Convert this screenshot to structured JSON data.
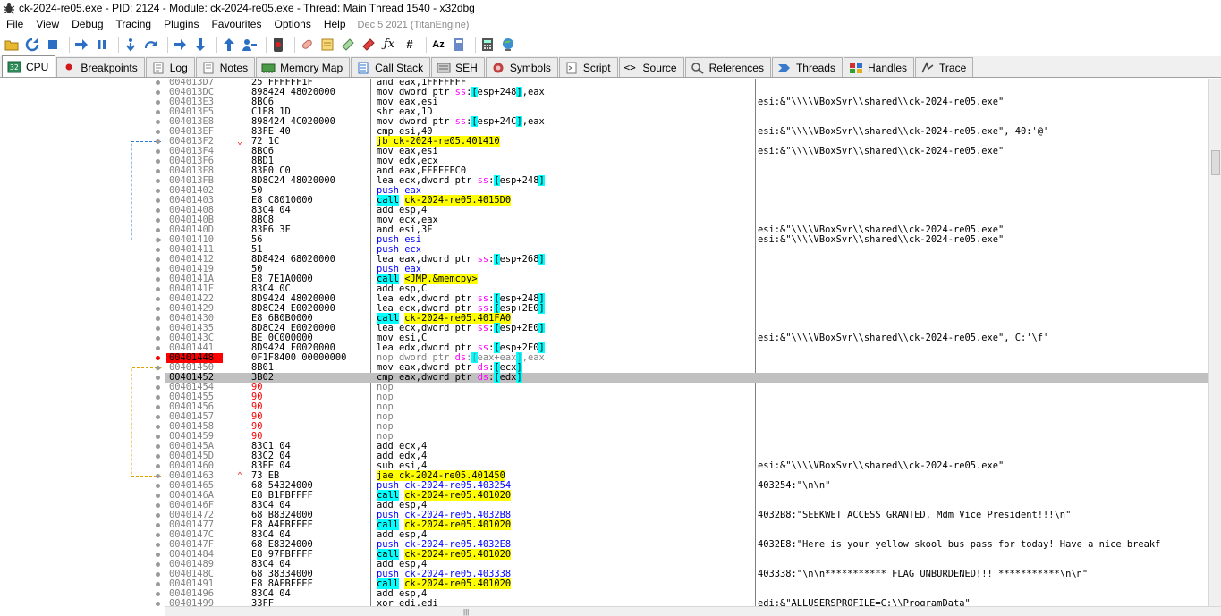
{
  "window": {
    "title": "ck-2024-re05.exe - PID: 2124 - Module: ck-2024-re05.exe - Thread: Main Thread 1540 - x32dbg"
  },
  "menu": {
    "items": [
      "File",
      "View",
      "Debug",
      "Tracing",
      "Plugins",
      "Favourites",
      "Options",
      "Help"
    ],
    "build_date": "Dec 5 2021 (TitanEngine)"
  },
  "tabs": [
    {
      "label": "CPU",
      "icon": "cpu-icon",
      "active": true
    },
    {
      "label": "Breakpoints",
      "icon": "breakpoint-dot-icon"
    },
    {
      "label": "Log",
      "icon": "log-icon"
    },
    {
      "label": "Notes",
      "icon": "notes-icon"
    },
    {
      "label": "Memory Map",
      "icon": "memory-map-icon"
    },
    {
      "label": "Call Stack",
      "icon": "call-stack-icon"
    },
    {
      "label": "SEH",
      "icon": "seh-icon"
    },
    {
      "label": "Symbols",
      "icon": "symbols-icon"
    },
    {
      "label": "Script",
      "icon": "script-icon"
    },
    {
      "label": "Source",
      "icon": "source-icon"
    },
    {
      "label": "References",
      "icon": "search-icon"
    },
    {
      "label": "Threads",
      "icon": "threads-icon"
    },
    {
      "label": "Handles",
      "icon": "handles-icon"
    },
    {
      "label": "Trace",
      "icon": "trace-icon"
    }
  ],
  "disassembly": {
    "rows": [
      {
        "addr": "004013D7",
        "bytes": "25 FFFFFF1F",
        "instr": "and eax,1FFFFFFF",
        "comment": ""
      },
      {
        "addr": "004013DC",
        "bytes": "898424 48020000",
        "instr": "mov dword ptr ss:[esp+248],eax",
        "comment": ""
      },
      {
        "addr": "004013E3",
        "bytes": "8BC6",
        "instr": "mov eax,esi",
        "comment": "esi:&\"\\\\\\\\VBoxSvr\\\\shared\\\\ck-2024-re05.exe\""
      },
      {
        "addr": "004013E5",
        "bytes": "C1E8 1D",
        "instr": "shr eax,1D",
        "comment": ""
      },
      {
        "addr": "004013E8",
        "bytes": "898424 4C020000",
        "instr": "mov dword ptr ss:[esp+24C],eax",
        "comment": ""
      },
      {
        "addr": "004013EF",
        "bytes": "83FE 40",
        "instr": "cmp esi,40",
        "comment": "esi:&\"\\\\\\\\VBoxSvr\\\\shared\\\\ck-2024-re05.exe\", 40:'@'"
      },
      {
        "addr": "004013F2",
        "bytes": "72 1C",
        "instr": "jb ck-2024-re05.401410",
        "comment": ""
      },
      {
        "addr": "004013F4",
        "bytes": "8BC6",
        "instr": "mov eax,esi",
        "comment": "esi:&\"\\\\\\\\VBoxSvr\\\\shared\\\\ck-2024-re05.exe\""
      },
      {
        "addr": "004013F6",
        "bytes": "8BD1",
        "instr": "mov edx,ecx",
        "comment": ""
      },
      {
        "addr": "004013F8",
        "bytes": "83E0 C0",
        "instr": "and eax,FFFFFFC0",
        "comment": ""
      },
      {
        "addr": "004013FB",
        "bytes": "8D8C24 48020000",
        "instr": "lea ecx,dword ptr ss:[esp+248]",
        "comment": ""
      },
      {
        "addr": "00401402",
        "bytes": "50",
        "instr": "push eax",
        "comment": ""
      },
      {
        "addr": "00401403",
        "bytes": "E8 C8010000",
        "instr": "call ck-2024-re05.4015D0",
        "comment": ""
      },
      {
        "addr": "00401408",
        "bytes": "83C4 04",
        "instr": "add esp,4",
        "comment": ""
      },
      {
        "addr": "0040140B",
        "bytes": "8BC8",
        "instr": "mov ecx,eax",
        "comment": ""
      },
      {
        "addr": "0040140D",
        "bytes": "83E6 3F",
        "instr": "and esi,3F",
        "comment": "esi:&\"\\\\\\\\VBoxSvr\\\\shared\\\\ck-2024-re05.exe\""
      },
      {
        "addr": "00401410",
        "bytes": "56",
        "instr": "push esi",
        "comment": "esi:&\"\\\\\\\\VBoxSvr\\\\shared\\\\ck-2024-re05.exe\""
      },
      {
        "addr": "00401411",
        "bytes": "51",
        "instr": "push ecx",
        "comment": ""
      },
      {
        "addr": "00401412",
        "bytes": "8D8424 68020000",
        "instr": "lea eax,dword ptr ss:[esp+268]",
        "comment": ""
      },
      {
        "addr": "00401419",
        "bytes": "50",
        "instr": "push eax",
        "comment": ""
      },
      {
        "addr": "0040141A",
        "bytes": "E8 7E1A0000",
        "instr": "call <JMP.&memcpy>",
        "comment": ""
      },
      {
        "addr": "0040141F",
        "bytes": "83C4 0C",
        "instr": "add esp,C",
        "comment": ""
      },
      {
        "addr": "00401422",
        "bytes": "8D9424 48020000",
        "instr": "lea edx,dword ptr ss:[esp+248]",
        "comment": ""
      },
      {
        "addr": "00401429",
        "bytes": "8D8C24 E0020000",
        "instr": "lea ecx,dword ptr ss:[esp+2E0]",
        "comment": ""
      },
      {
        "addr": "00401430",
        "bytes": "E8 6B0B0000",
        "instr": "call ck-2024-re05.401FA0",
        "comment": ""
      },
      {
        "addr": "00401435",
        "bytes": "8D8C24 E0020000",
        "instr": "lea ecx,dword ptr ss:[esp+2E0]",
        "comment": ""
      },
      {
        "addr": "0040143C",
        "bytes": "BE 0C000000",
        "instr": "mov esi,C",
        "comment": "esi:&\"\\\\\\\\VBoxSvr\\\\shared\\\\ck-2024-re05.exe\", C:'\\f'"
      },
      {
        "addr": "00401441",
        "bytes": "8D9424 F0020000",
        "instr": "lea edx,dword ptr ss:[esp+2F0]",
        "comment": ""
      },
      {
        "addr": "00401448",
        "bytes": "0F1F8400 00000000",
        "instr": "nop dword ptr ds:[eax+eax],eax",
        "comment": ""
      },
      {
        "addr": "00401450",
        "bytes": "8B01",
        "instr": "mov eax,dword ptr ds:[ecx]",
        "comment": ""
      },
      {
        "addr": "00401452",
        "bytes": "3B02",
        "instr": "cmp eax,dword ptr ds:[edx]",
        "comment": ""
      },
      {
        "addr": "00401454",
        "bytes": "90",
        "instr": "nop",
        "comment": ""
      },
      {
        "addr": "00401455",
        "bytes": "90",
        "instr": "nop",
        "comment": ""
      },
      {
        "addr": "00401456",
        "bytes": "90",
        "instr": "nop",
        "comment": ""
      },
      {
        "addr": "00401457",
        "bytes": "90",
        "instr": "nop",
        "comment": ""
      },
      {
        "addr": "00401458",
        "bytes": "90",
        "instr": "nop",
        "comment": ""
      },
      {
        "addr": "00401459",
        "bytes": "90",
        "instr": "nop",
        "comment": ""
      },
      {
        "addr": "0040145A",
        "bytes": "83C1 04",
        "instr": "add ecx,4",
        "comment": ""
      },
      {
        "addr": "0040145D",
        "bytes": "83C2 04",
        "instr": "add edx,4",
        "comment": ""
      },
      {
        "addr": "00401460",
        "bytes": "83EE 04",
        "instr": "sub esi,4",
        "comment": "esi:&\"\\\\\\\\VBoxSvr\\\\shared\\\\ck-2024-re05.exe\""
      },
      {
        "addr": "00401463",
        "bytes": "73 EB",
        "instr": "jae ck-2024-re05.401450",
        "comment": ""
      },
      {
        "addr": "00401465",
        "bytes": "68 54324000",
        "instr": "push ck-2024-re05.403254",
        "comment": "403254:\"\\n\\n\""
      },
      {
        "addr": "0040146A",
        "bytes": "E8 B1FBFFFF",
        "instr": "call ck-2024-re05.401020",
        "comment": ""
      },
      {
        "addr": "0040146F",
        "bytes": "83C4 04",
        "instr": "add esp,4",
        "comment": ""
      },
      {
        "addr": "00401472",
        "bytes": "68 B8324000",
        "instr": "push ck-2024-re05.4032B8",
        "comment": "4032B8:\"SEEKWET ACCESS GRANTED, Mdm Vice President!!!\\n\""
      },
      {
        "addr": "00401477",
        "bytes": "E8 A4FBFFFF",
        "instr": "call ck-2024-re05.401020",
        "comment": ""
      },
      {
        "addr": "0040147C",
        "bytes": "83C4 04",
        "instr": "add esp,4",
        "comment": ""
      },
      {
        "addr": "0040147F",
        "bytes": "68 E8324000",
        "instr": "push ck-2024-re05.4032E8",
        "comment": "4032E8:\"Here is your yellow skool bus pass for today! Have a nice breakf"
      },
      {
        "addr": "00401484",
        "bytes": "E8 97FBFFFF",
        "instr": "call ck-2024-re05.401020",
        "comment": ""
      },
      {
        "addr": "00401489",
        "bytes": "83C4 04",
        "instr": "add esp,4",
        "comment": ""
      },
      {
        "addr": "0040148C",
        "bytes": "68 38334000",
        "instr": "push ck-2024-re05.403338",
        "comment": "403338:\"\\n\\n*********** FLAG UNBURDENED!!! ***********\\n\\n\""
      },
      {
        "addr": "00401491",
        "bytes": "E8 8AFBFFFF",
        "instr": "call ck-2024-re05.401020",
        "comment": ""
      },
      {
        "addr": "00401496",
        "bytes": "83C4 04",
        "instr": "add esp,4",
        "comment": ""
      },
      {
        "addr": "00401499",
        "bytes": "33FF",
        "instr": "xor edi,edi",
        "comment": "edi:&\"ALLUSERSPROFILE=C:\\\\ProgramData\""
      }
    ],
    "breakpoint_addr": "00401448",
    "current_addr": "00401452"
  },
  "colors": {
    "call_bg": "#00ffff",
    "jump_bg": "#ffff00",
    "breakpoint": "#ff0000",
    "current_row": "#c0c0c0"
  }
}
